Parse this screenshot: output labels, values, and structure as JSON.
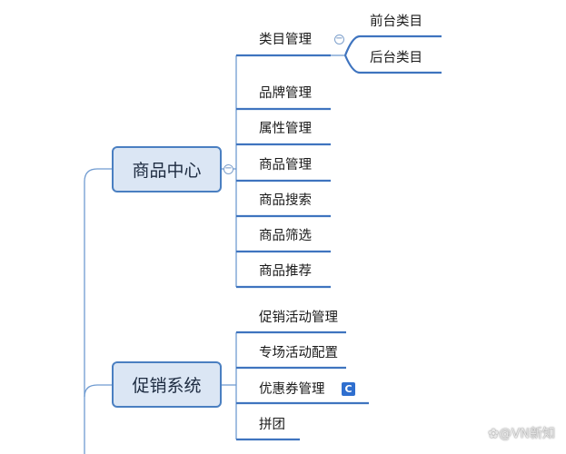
{
  "mindmap": {
    "branches": [
      {
        "label": "商品中心",
        "children": [
          {
            "label": "类目管理",
            "children": [
              {
                "label": "前台类目"
              },
              {
                "label": "后台类目"
              }
            ]
          },
          {
            "label": "品牌管理"
          },
          {
            "label": "属性管理"
          },
          {
            "label": "商品管理"
          },
          {
            "label": "商品搜索"
          },
          {
            "label": "商品筛选"
          },
          {
            "label": "商品推荐"
          }
        ]
      },
      {
        "label": "促销系统",
        "children": [
          {
            "label": "促销活动管理"
          },
          {
            "label": "专场活动配置"
          },
          {
            "label": "优惠券管理",
            "badge": "C"
          },
          {
            "label": "拼团"
          }
        ]
      }
    ]
  },
  "icons": {
    "collapse": "minus-circle-icon",
    "badge": "c-badge-icon",
    "watermark": "at-icon"
  },
  "colors": {
    "connector": "#6f9bd1",
    "underline": "#3f74bf",
    "node_fill": "#dbe6f4",
    "node_border": "#4a7fc1"
  },
  "watermark": {
    "text": "@VN新知"
  }
}
